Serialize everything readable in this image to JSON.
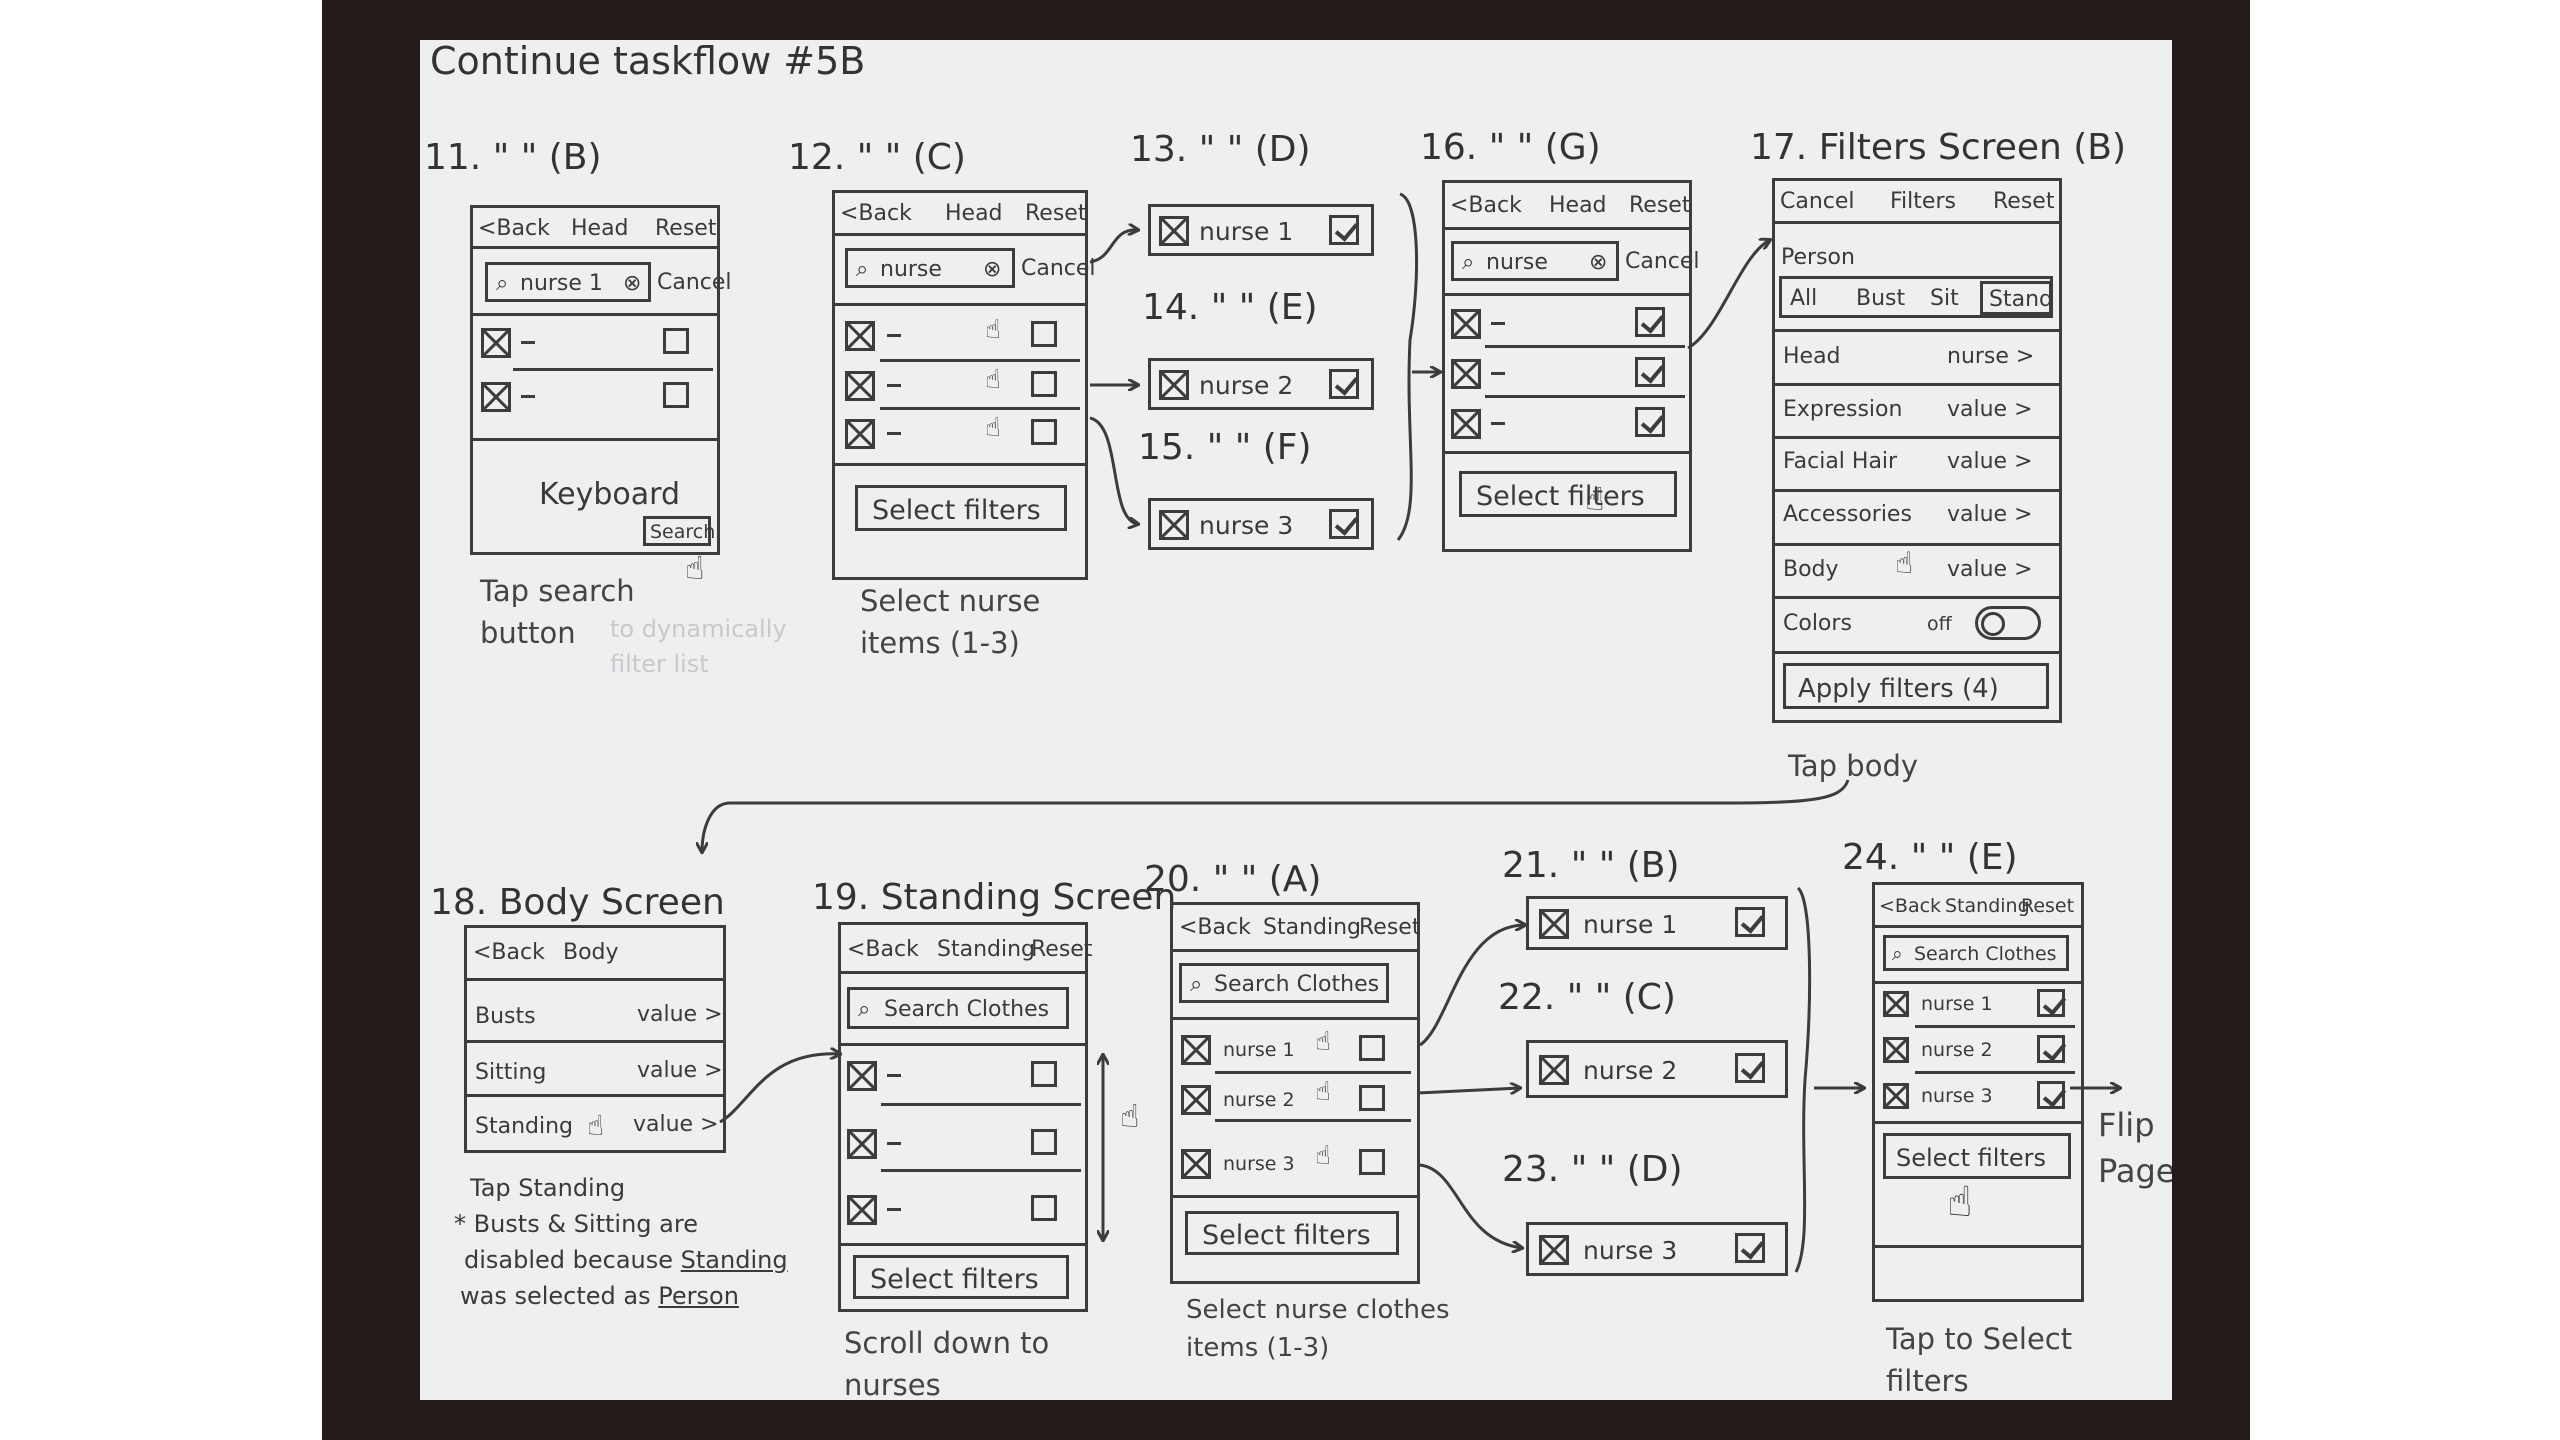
{
  "title": "Continue taskflow #5B",
  "steps": {
    "s11": {
      "label": "11. \" \" (B)",
      "header": [
        "<Back",
        "Head",
        "Reset"
      ],
      "search_value": "nurse 1",
      "cancel": "Cancel",
      "keyboard": "Keyboard",
      "search_key": "Search",
      "caption": "Tap search\nbutton",
      "faded_caption": "to dynamically\nfilter list"
    },
    "s12": {
      "label": "12. \" \" (C)",
      "header": [
        "<Back",
        "Head",
        "Reset"
      ],
      "search_value": "nurse",
      "cancel": "Cancel",
      "button": "Select filters",
      "caption": "Select nurse\nitems (1-3)"
    },
    "s13": {
      "label": "13. \" \" (D)",
      "item": "nurse 1"
    },
    "s14": {
      "label": "14. \" \" (E)",
      "item": "nurse 2"
    },
    "s15": {
      "label": "15. \" \" (F)",
      "item": "nurse 3"
    },
    "s16": {
      "label": "16. \" \" (G)",
      "header": [
        "<Back",
        "Head",
        "Reset"
      ],
      "search_value": "nurse",
      "cancel": "Cancel",
      "button": "Select filters"
    },
    "s17": {
      "label": "17. Filters Screen (B)",
      "header": [
        "Cancel",
        "Filters",
        "Reset"
      ],
      "section": "Person",
      "segments": [
        "All",
        "Bust",
        "Sit",
        "Stand"
      ],
      "rows": [
        {
          "label": "Head",
          "value": "nurse >"
        },
        {
          "label": "Expression",
          "value": "value >"
        },
        {
          "label": "Facial Hair",
          "value": "value >"
        },
        {
          "label": "Accessories",
          "value": "value >"
        },
        {
          "label": "Body",
          "value": "value >"
        }
      ],
      "colors_label": "Colors",
      "colors_state": "off",
      "button": "Apply filters (4)",
      "caption": "Tap body"
    },
    "s18": {
      "label": "18. Body Screen",
      "header": [
        "<Back",
        "Body"
      ],
      "rows": [
        {
          "label": "Busts",
          "value": "value >"
        },
        {
          "label": "Sitting",
          "value": "value >"
        },
        {
          "label": "Standing",
          "value": "value >"
        }
      ],
      "caption": "Tap Standing",
      "note_line1": "* Busts & Sitting are",
      "note_line2_a": "disabled because ",
      "note_line2_b": "Standing",
      "note_line3_a": "was selected as ",
      "note_line3_b": "Person"
    },
    "s19": {
      "label": "19. Standing Screen",
      "header": [
        "<Back",
        "Standing",
        "Reset"
      ],
      "search": "Search Clothes",
      "button": "Select filters",
      "caption": "Scroll down to\nnurses"
    },
    "s20": {
      "label": "20. \" \" (A)",
      "header": [
        "<Back",
        "Standing",
        "Reset"
      ],
      "search": "Search Clothes",
      "items": [
        "nurse 1",
        "nurse 2",
        "nurse 3"
      ],
      "button": "Select filters",
      "caption": "Select nurse clothes\nitems (1-3)"
    },
    "s21": {
      "label": "21. \" \" (B)",
      "item": "nurse 1"
    },
    "s22": {
      "label": "22. \" \" (C)",
      "item": "nurse 2"
    },
    "s23": {
      "label": "23. \" \" (D)",
      "item": "nurse 3"
    },
    "s24": {
      "label": "24. \" \" (E)",
      "header": [
        "<Back",
        "Standing",
        "Reset"
      ],
      "search": "Search Clothes",
      "items": [
        "nurse 1",
        "nurse 2",
        "nurse 3"
      ],
      "button": "Select filters",
      "caption": "Tap to Select\nfilters"
    },
    "flip": "Flip\nPage"
  }
}
